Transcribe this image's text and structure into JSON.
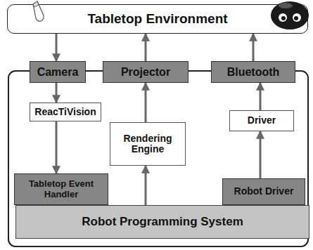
{
  "diagram": {
    "nodes": [
      {
        "text": [
          "Tabletop Environment"
        ]
      },
      {
        "text": [
          "Camera"
        ]
      },
      {
        "text": [
          "Projector"
        ]
      },
      {
        "text": [
          "Bluetooth"
        ]
      },
      {
        "text": [
          "ReacTiVision"
        ]
      },
      {
        "text": [
          "Rendering Engine"
        ]
      },
      {
        "text": [
          "Driver"
        ]
      },
      {
        "text": [
          "Tabletop Event Handler"
        ]
      },
      {
        "text": [
          "Robot Driver"
        ]
      },
      {
        "text": [
          "Robot Programming System"
        ]
      }
    ],
    "edges": [
      {
        "from": 0,
        "to": 1,
        "arrow": "to"
      },
      {
        "from": 2,
        "to": 0,
        "arrow": "to"
      },
      {
        "from": 3,
        "to": 0,
        "arrow": "to"
      },
      {
        "from": 1,
        "to": 4,
        "arrow": "to"
      },
      {
        "from": 4,
        "to": 7,
        "arrow": "to"
      },
      {
        "from": 5,
        "to": 2,
        "arrow": "to"
      },
      {
        "from": 9,
        "to": 5,
        "arrow": "to"
      },
      {
        "from": 6,
        "to": 3,
        "arrow": "to"
      },
      {
        "from": 8,
        "to": 6,
        "arrow": "to"
      }
    ]
  }
}
